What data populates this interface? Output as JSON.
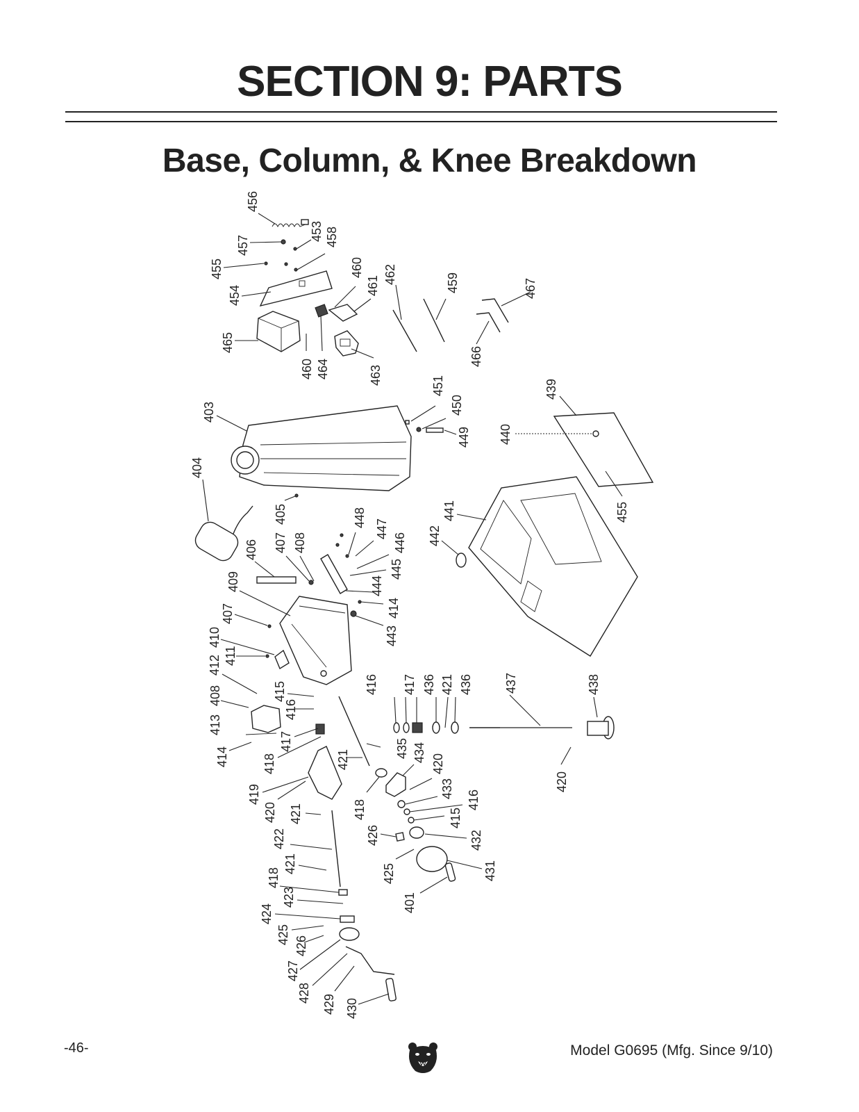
{
  "header": {
    "section_title": "SECTION 9: PARTS",
    "subsection_title": "Base, Column, & Knee Breakdown"
  },
  "diagram": {
    "callouts": [
      "456",
      "457",
      "453",
      "458",
      "455",
      "454",
      "460",
      "461",
      "462",
      "459",
      "467",
      "465",
      "460",
      "464",
      "463",
      "466",
      "451",
      "450",
      "449",
      "403",
      "404",
      "440",
      "439",
      "455",
      "441",
      "405",
      "448",
      "447",
      "446",
      "442",
      "407",
      "408",
      "406",
      "445",
      "444",
      "414",
      "409",
      "443",
      "407",
      "410",
      "411",
      "412",
      "415",
      "416",
      "417",
      "436",
      "421",
      "436",
      "437",
      "438",
      "408",
      "416",
      "413",
      "417",
      "414",
      "418",
      "435",
      "421",
      "434",
      "420",
      "420",
      "419",
      "418",
      "433",
      "416",
      "420",
      "415",
      "421",
      "426",
      "432",
      "422",
      "425",
      "431",
      "421",
      "401",
      "418",
      "423",
      "424",
      "425",
      "426",
      "427",
      "428",
      "429",
      "430"
    ]
  },
  "footer": {
    "page_number": "-46-",
    "model": "Model G0695 (Mfg. Since 9/10)"
  },
  "icons": [
    "bear-logo-icon"
  ]
}
